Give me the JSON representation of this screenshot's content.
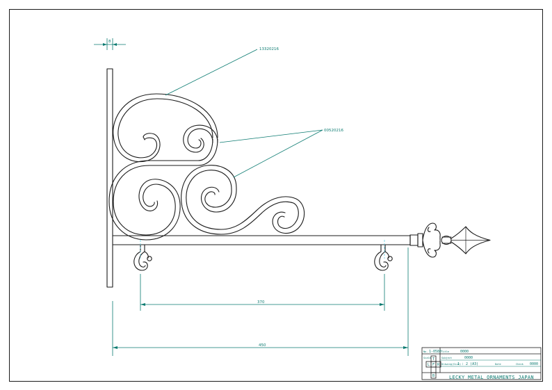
{
  "dimensions": {
    "wall_plate_thickness": "8",
    "hook_spacing": "370",
    "overall_length": "450"
  },
  "callouts": {
    "outer_scroll_part": "13320216",
    "inner_scroll_part": "00520216"
  },
  "title_block": {
    "no_label": "No.",
    "no_value": "1-0580",
    "title_label": "Title",
    "title_value": "0000",
    "scale_label": "Scale",
    "subject_label": "Subject",
    "subject_value": "0000",
    "drawing_info_label": "Drawing(Size)",
    "drawing_info_value": "1 : 2 (A3)",
    "date_label": "Date",
    "checked_label": "Check",
    "checked_value": "0000",
    "view_top": "T",
    "view_left": "L",
    "view_front": "F",
    "view_right": "R",
    "view_bottom": "B",
    "company": "LECKY METAL ORNAMENTS JAPAN"
  },
  "colors": {
    "ink": "#1a1a1a",
    "dimension": "#0a7a70",
    "extension": "#4fc8e0"
  }
}
